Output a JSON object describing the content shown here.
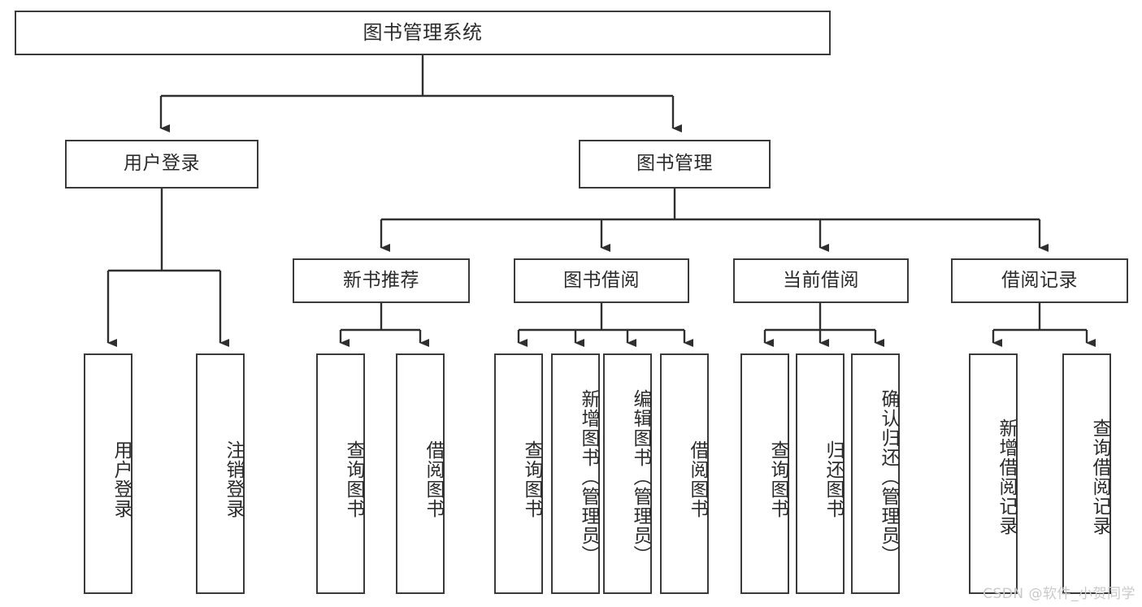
{
  "diagram": {
    "title": "图书管理系统",
    "type": "tree",
    "watermark": "CSDN @软件_小贺同学",
    "colors": {
      "box_border": "#3a3a3a",
      "box_fill": "#ffffff",
      "edge": "#2f2f2f",
      "text": "#2b2b2b",
      "watermark": "#c9c9c9",
      "background": "#ffffff"
    },
    "nodes": {
      "root": {
        "label": "图书管理系统"
      },
      "level2": [
        {
          "id": "user-login",
          "label": "用户登录"
        },
        {
          "id": "book-management",
          "label": "图书管理"
        }
      ],
      "level3": [
        {
          "id": "new-book-recommend",
          "label": "新书推荐"
        },
        {
          "id": "book-borrow",
          "label": "图书借阅"
        },
        {
          "id": "current-borrow",
          "label": "当前借阅"
        },
        {
          "id": "borrow-record",
          "label": "借阅记录"
        }
      ],
      "leaves": {
        "user_login": [
          {
            "id": "leaf-user-login",
            "label": "用户登录"
          },
          {
            "id": "leaf-logout",
            "label": "注销登录"
          }
        ],
        "new_book_recommend": [
          {
            "id": "leaf-query-book-1",
            "label": "查询图书"
          },
          {
            "id": "leaf-borrow-book-1",
            "label": "借阅图书"
          }
        ],
        "book_borrow": [
          {
            "id": "leaf-query-book-2",
            "label": "查询图书"
          },
          {
            "id": "leaf-add-book",
            "label": "新增图书（管理员）"
          },
          {
            "id": "leaf-edit-book",
            "label": "编辑图书（管理员）"
          },
          {
            "id": "leaf-borrow-book-2",
            "label": "借阅图书"
          }
        ],
        "current_borrow": [
          {
            "id": "leaf-query-book-3",
            "label": "查询图书"
          },
          {
            "id": "leaf-return-book",
            "label": "归还图书"
          },
          {
            "id": "leaf-confirm-return",
            "label": "确认归还（管理员）"
          }
        ],
        "borrow_record": [
          {
            "id": "leaf-add-record",
            "label": "新增借阅记录"
          },
          {
            "id": "leaf-query-record",
            "label": "查询借阅记录"
          }
        ]
      }
    }
  }
}
